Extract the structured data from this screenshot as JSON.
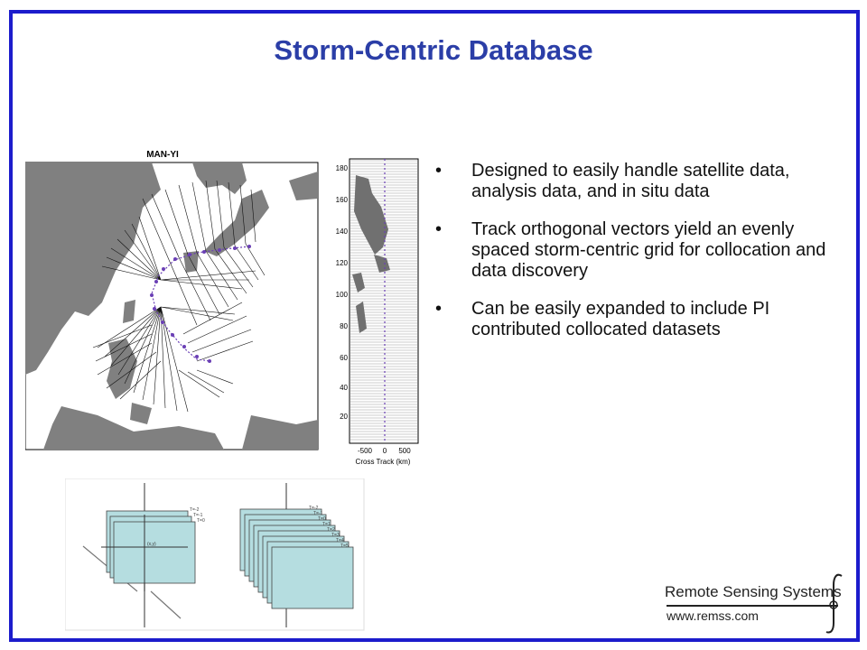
{
  "slide": {
    "title": "Storm-Centric Database",
    "bullets": [
      "Designed to easily handle satellite data, analysis data, and in situ data",
      "Track orthogonal vectors yield an evenly spaced storm-centric grid for collocation and data discovery",
      "Can be easily expanded to include PI contributed collocated datasets"
    ],
    "bullet_glyph": "•"
  },
  "map_figure": {
    "title": "MAN-YI"
  },
  "track_figure": {
    "y_ticks": [
      "180",
      "160",
      "140",
      "120",
      "100",
      "80",
      "60",
      "40",
      "20"
    ],
    "x_ticks": [
      "-500",
      "0",
      "500"
    ],
    "xlabel": "Cross Track (km)"
  },
  "grid_figure": {
    "left_labels": [
      "T=-2",
      "T=-1",
      "T=0"
    ],
    "right_labels": [
      "T=-2",
      "T=-1",
      "T=0",
      "T=1",
      "T=2",
      "T=3",
      "T=4",
      "T=5"
    ],
    "center_label": "(x,y)"
  },
  "logo": {
    "name": "Remote Sensing Systems",
    "url": "www.remss.com"
  },
  "colors": {
    "frame": "#1c1ccc",
    "title": "#2b3ea7",
    "land": "#808080",
    "track": "#6a3fb5",
    "panel": "#b5dde0"
  }
}
